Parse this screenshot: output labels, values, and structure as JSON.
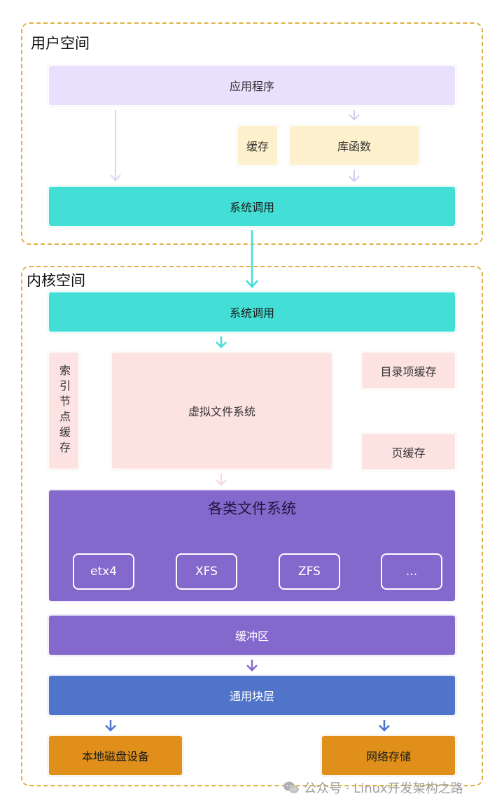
{
  "user_space": {
    "title": "用户空间",
    "app": "应用程序",
    "cache": "缓存",
    "library": "库函数",
    "syscall": "系统调用"
  },
  "kernel_space": {
    "title": "内核空间",
    "syscall": "系统调用",
    "inode_cache": "索引节点缓存",
    "vfs": "虚拟文件系统",
    "dentry_cache": "目录项缓存",
    "page_cache": "页缓存",
    "filesystems": {
      "title": "各类文件系统",
      "items": [
        "etx4",
        "XFS",
        "ZFS",
        "..."
      ]
    },
    "buffer": "缓冲区",
    "block_layer": "通用块层",
    "local_disk": "本地磁盘设备",
    "network_storage": "网络存储"
  },
  "watermark": "公众号 · Linux开发架构之路",
  "colors": {
    "border_dashed": "#e0b040",
    "app_bg": "#e8e0fc",
    "library_bg": "#fdf0cc",
    "syscall_bg": "#43dfd6",
    "vfs_bg": "#fde2e2",
    "fs_bg": "#8468cc",
    "block_bg": "#4f74c9",
    "device_bg": "#e0901a"
  }
}
